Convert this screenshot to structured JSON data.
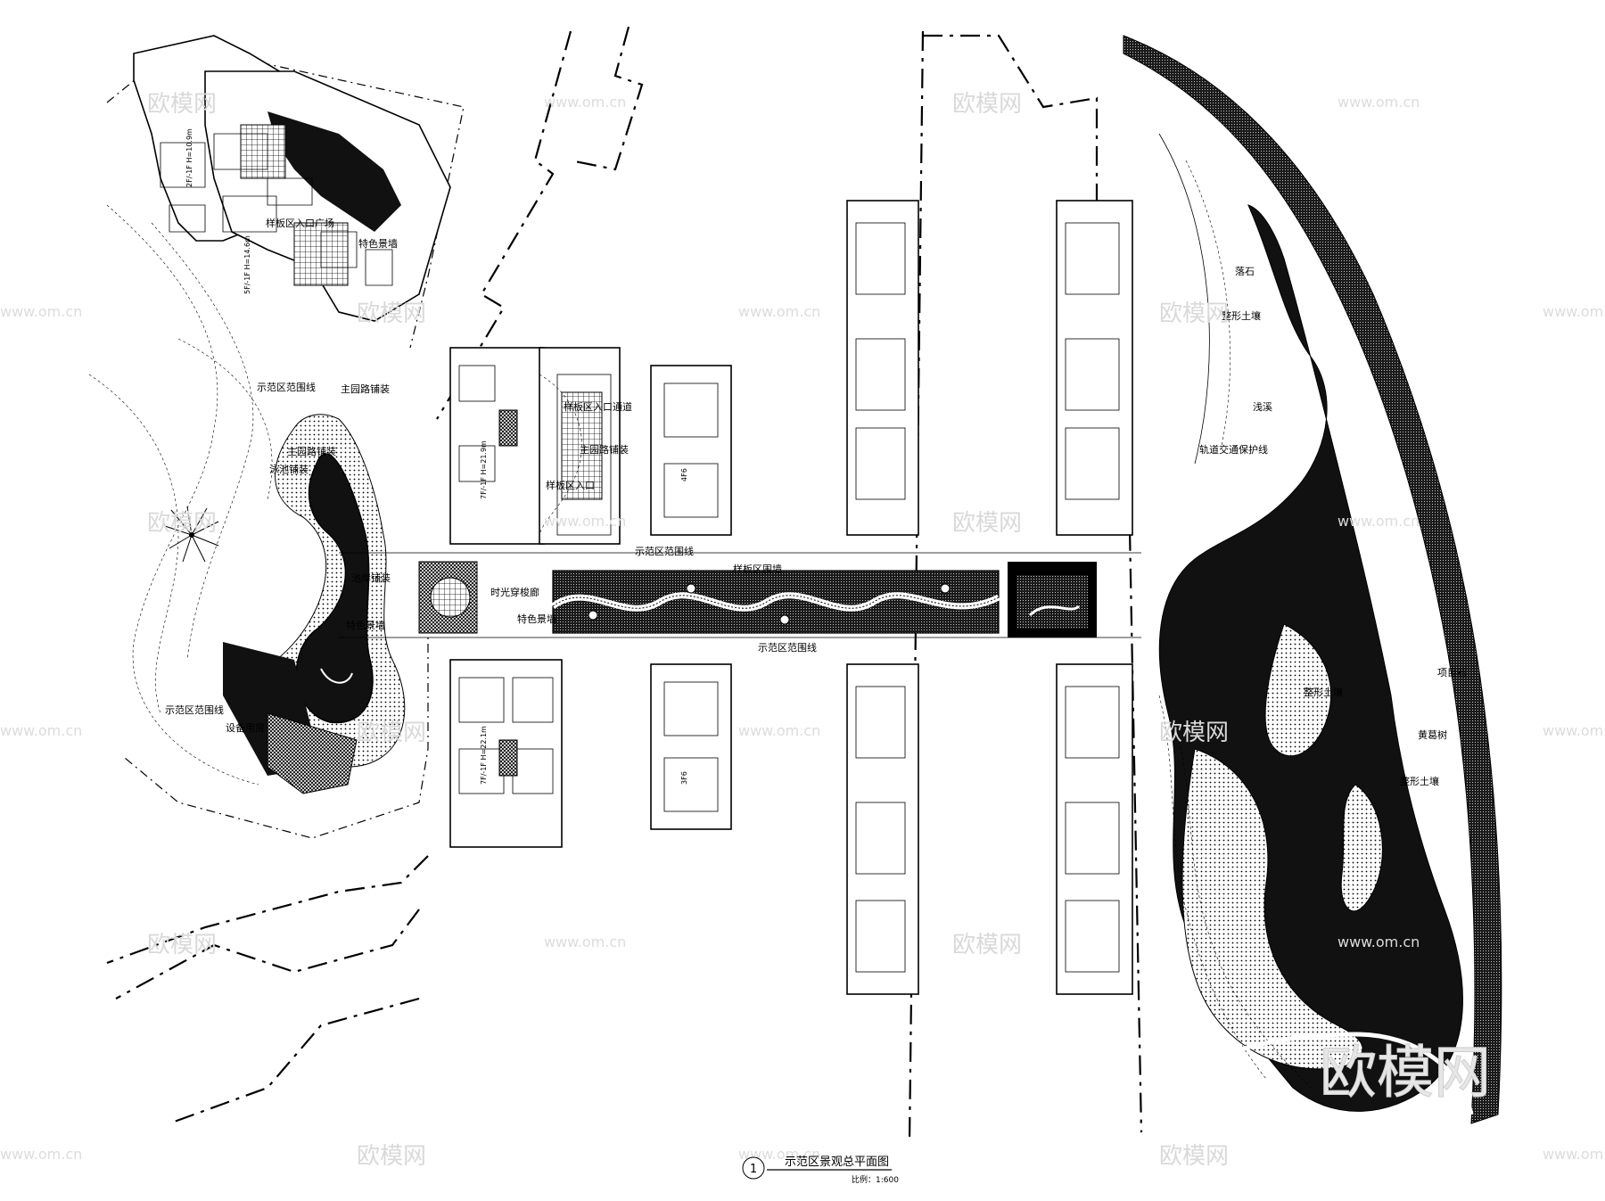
{
  "labels": {
    "sample_entrance_plaza": "样板区入口广场",
    "feature_wall": "特色景墙",
    "boundary_line_top": "示范区范围线",
    "main_path_paving": "主园路铺装",
    "main_path_paving_2": "主园路铺装",
    "pool_deck": "泳池铺装",
    "boundary_line_left": "示范区范围线",
    "equipment_room": "设备用房",
    "poolside_deck": "池岸铺装",
    "feature_wall_2": "特色景墙",
    "sample_entrance": "样板区入口通道",
    "main_path_paving_3": "主园路铺装",
    "sample_entrance_2": "样板区入口",
    "boundary_line_mid": "示范区范围线",
    "sample_wall": "样板区围墙",
    "time_corridor": "时光穿梭廊",
    "feature_wall_3": "特色景墙",
    "boundary_line_bottom": "示范区范围线",
    "falling_stone": "落石",
    "terrain_soil": "整形土壤",
    "shallow_stream": "浅溪",
    "rail_protection_line": "轨道交通保护线",
    "terrain_soil_2": "整形土壤",
    "boulder": "项目石",
    "ginkgo": "黄葛树",
    "terrain_soil_3": "整形土壤"
  },
  "building_tags": {
    "b1": "7F/-1F H=22.1m",
    "b2": "7F/-1F H=21.9m",
    "b3": "4F6",
    "b4": "3F6",
    "b5": "2F/-1F H=10.9m",
    "b6": "5F/-1F H=14.6m"
  },
  "watermark": {
    "brand": "欧模网",
    "url": "www.om.cn",
    "big": "欧模网"
  },
  "title_block": {
    "number": "1",
    "title": "示范区景观总平面图",
    "scale": "比例：1:600"
  }
}
